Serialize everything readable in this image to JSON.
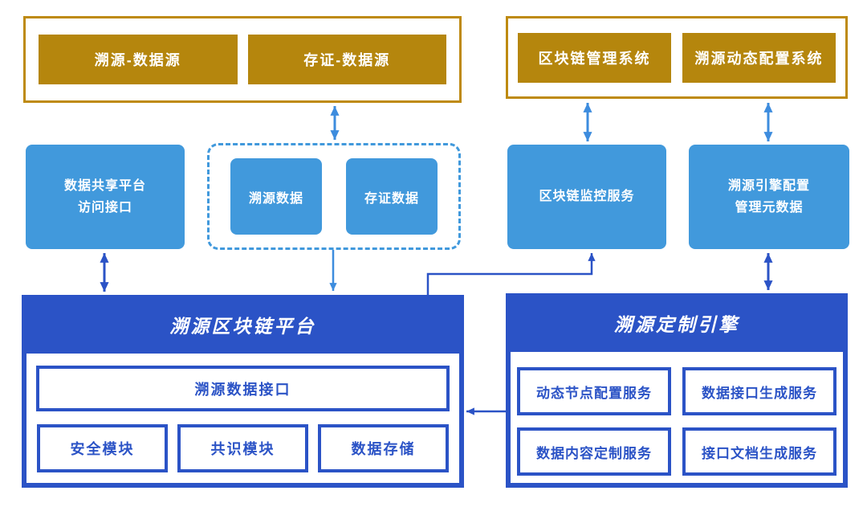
{
  "colors": {
    "bg": "#FFFFFF",
    "gold": "#B5860D",
    "gold_border": "#BE8A10",
    "light_blue": "#4199DC",
    "arrow_light": "#3D8CDE",
    "dark_blue": "#2B53C6"
  },
  "top_left_group": {
    "items": [
      {
        "label": "溯源-数据源"
      },
      {
        "label": "存证-数据源"
      }
    ]
  },
  "top_right_group": {
    "items": [
      {
        "label": "区块链管理系统"
      },
      {
        "label": "溯源动态配置系统"
      }
    ]
  },
  "middle_row": {
    "data_share_api": {
      "label": "数据共享平台\n访问接口"
    },
    "dashed_group": {
      "items": [
        {
          "label": "溯源数据"
        },
        {
          "label": "存证数据"
        }
      ]
    },
    "chain_monitor": {
      "label": "区块链监控服务"
    },
    "engine_config_meta": {
      "label": "溯源引擎配置\n管理元数据"
    }
  },
  "platform": {
    "title": "溯源区块链平台",
    "interface_label": "溯源数据接口",
    "modules": [
      {
        "label": "安全模块"
      },
      {
        "label": "共识模块"
      },
      {
        "label": "数据存储"
      }
    ]
  },
  "engine": {
    "title": "溯源定制引擎",
    "services": [
      {
        "label": "动态节点配置服务"
      },
      {
        "label": "数据接口生成服务"
      },
      {
        "label": "数据内容定制服务"
      },
      {
        "label": "接口文档生成服务"
      }
    ]
  }
}
